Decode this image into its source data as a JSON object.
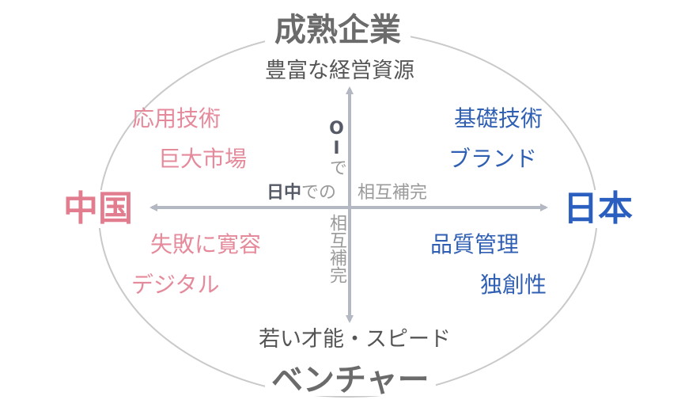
{
  "top": {
    "title": "成熟企業",
    "subtitle": "豊富な経営資源"
  },
  "bottom": {
    "title": "ベンチャー",
    "subtitle": "若い才能・スピード"
  },
  "left": {
    "title": "中国",
    "items": [
      "応用技術",
      "巨大市場",
      "失敗に寛容",
      "デジタル"
    ]
  },
  "right": {
    "title": "日本",
    "items": [
      "基礎技術",
      "ブランド",
      "品質管理",
      "独創性"
    ]
  },
  "center": {
    "oi": "OI",
    "oi_suffix": "で",
    "nicchu": "日中",
    "nicchu_suffix": "での",
    "horizontal_text": "相互補完",
    "vertical_text": "相互補完"
  },
  "colors": {
    "china": "#e27c8f",
    "china_items": "#e58a9b",
    "japan": "#2b5fbf",
    "japan_items": "#2f5fb3",
    "axis": "#b4b8c2",
    "ellipse": "#c9c9c9",
    "header": "#6b6b6b"
  }
}
